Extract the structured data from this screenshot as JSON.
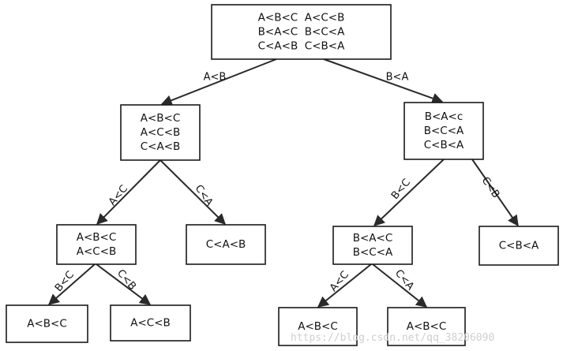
{
  "tree": {
    "nodes": [
      {
        "id": "root",
        "lines": [
          "A<B<C  A<C<B",
          "B<A<C  B<C<A",
          "C<A<B  C<B<A"
        ]
      },
      {
        "id": "left",
        "lines": [
          "A<B<C",
          "A<C<B",
          "C<A<B"
        ]
      },
      {
        "id": "right",
        "lines": [
          "B<A<c",
          "B<C<A",
          "C<B<A"
        ]
      },
      {
        "id": "left-left",
        "lines": [
          "A<B<C",
          "A<C<B"
        ]
      },
      {
        "id": "left-right",
        "lines": [
          "C<A<B"
        ]
      },
      {
        "id": "right-left",
        "lines": [
          "B<A<C",
          "B<C<A"
        ]
      },
      {
        "id": "right-right",
        "lines": [
          "C<B<A"
        ]
      },
      {
        "id": "ll-left",
        "lines": [
          "A<B<C"
        ]
      },
      {
        "id": "ll-right",
        "lines": [
          "A<C<B"
        ]
      },
      {
        "id": "rl-left",
        "lines": [
          "A<B<C"
        ]
      },
      {
        "id": "rl-right",
        "lines": [
          "A<B<C"
        ]
      }
    ],
    "edges": [
      {
        "from": "root",
        "to": "left",
        "label": "A<B"
      },
      {
        "from": "root",
        "to": "right",
        "label": "B<A"
      },
      {
        "from": "left",
        "to": "left-left",
        "label": "A<C"
      },
      {
        "from": "left",
        "to": "left-right",
        "label": "C<A"
      },
      {
        "from": "right",
        "to": "right-left",
        "label": "B<C"
      },
      {
        "from": "right",
        "to": "right-right",
        "label": "C<B"
      },
      {
        "from": "left-left",
        "to": "ll-left",
        "label": "B<C"
      },
      {
        "from": "left-left",
        "to": "ll-right",
        "label": "C<B"
      },
      {
        "from": "right-left",
        "to": "rl-left",
        "label": "A<C"
      },
      {
        "from": "right-left",
        "to": "rl-right",
        "label": "C<A"
      }
    ]
  },
  "watermark": "https://blog.csdn.net/qq_38206090"
}
